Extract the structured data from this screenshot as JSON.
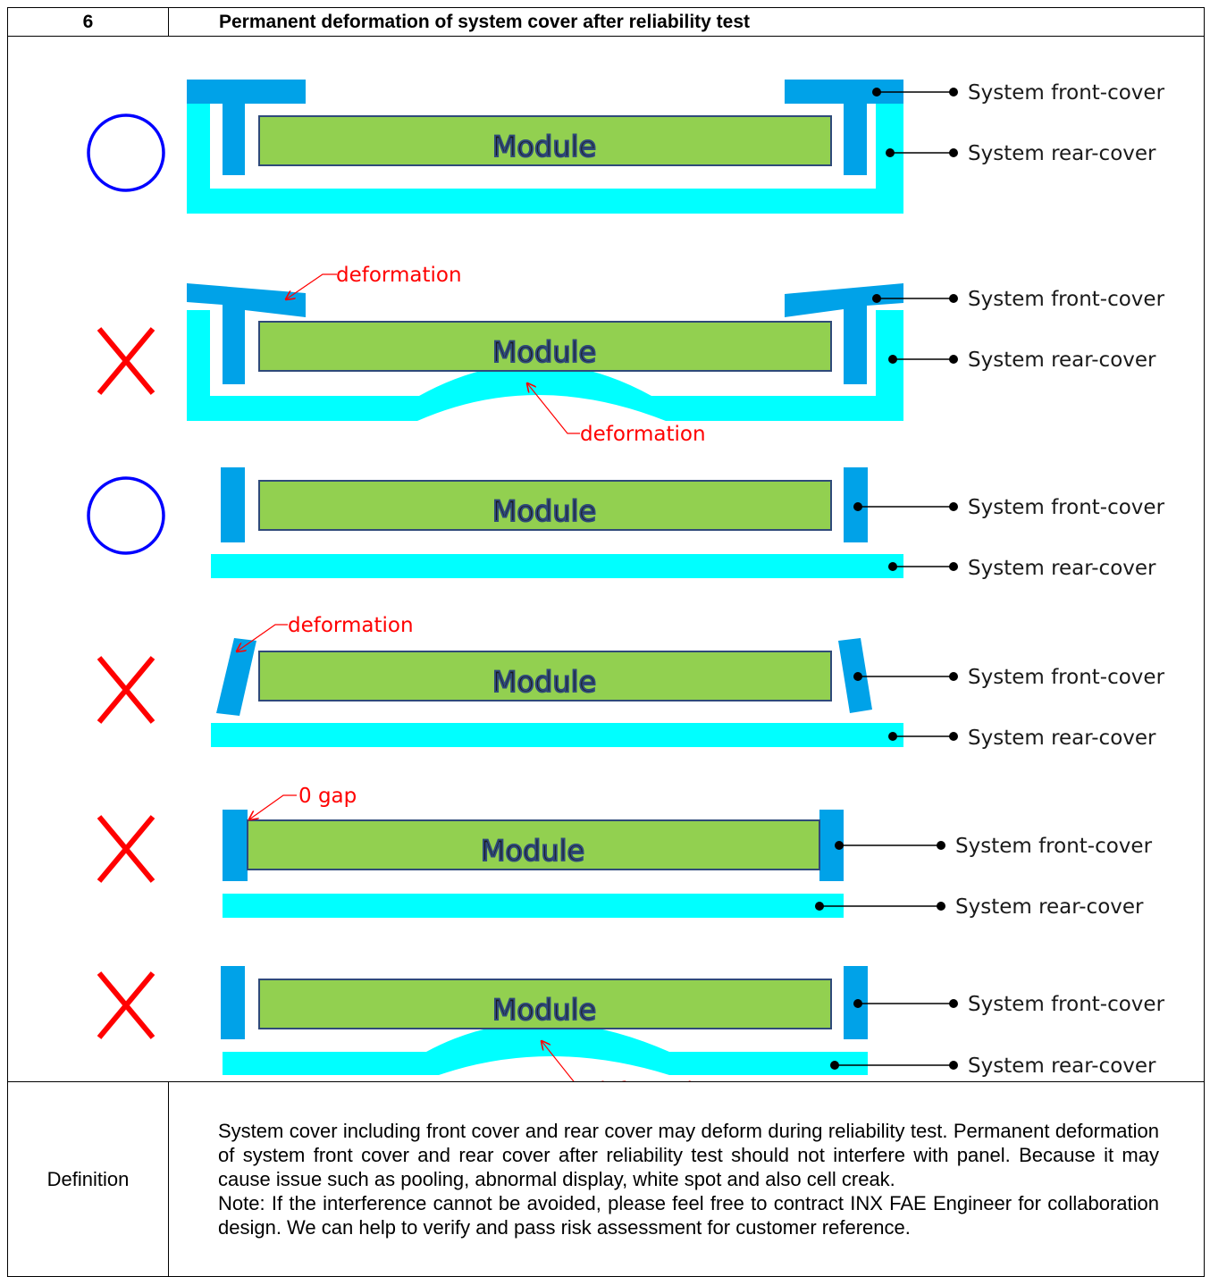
{
  "header_fragment": "",
  "table": {
    "number": "6",
    "title": "Permanent deformation of system cover after reliability test",
    "definition_label": "Definition",
    "definition_paragraphs": [
      "System cover including front cover and rear cover may deform during reliability test. Permanent deformation of system front cover and rear cover after reliability test should not interfere with panel. Because it may cause issue such as pooling, abnormal display, white spot and also cell creak.",
      "Note: If the interference cannot be avoided, please feel free to contract INX FAE Engineer for collaboration design. We can help to verify and pass risk assessment for customer reference."
    ]
  },
  "diagram": {
    "module_label": "Module",
    "front_cover_label": "System front-cover",
    "rear_cover_label": "System rear-cover",
    "deformation_label": "deformation",
    "gap_label": "0 gap",
    "rows": [
      {
        "verdict": "ok"
      },
      {
        "verdict": "ng"
      },
      {
        "verdict": "ok"
      },
      {
        "verdict": "ng"
      },
      {
        "verdict": "ng"
      },
      {
        "verdict": "ng"
      }
    ]
  },
  "colors": {
    "module_fill": "#92d050",
    "module_stroke": "#2f4a7a",
    "front_cover": "#00a2e8",
    "rear_cover": "#00ffff",
    "ok_mark": "#0000ff",
    "ng_mark": "#ff0000",
    "annotation": "#ff0000"
  }
}
